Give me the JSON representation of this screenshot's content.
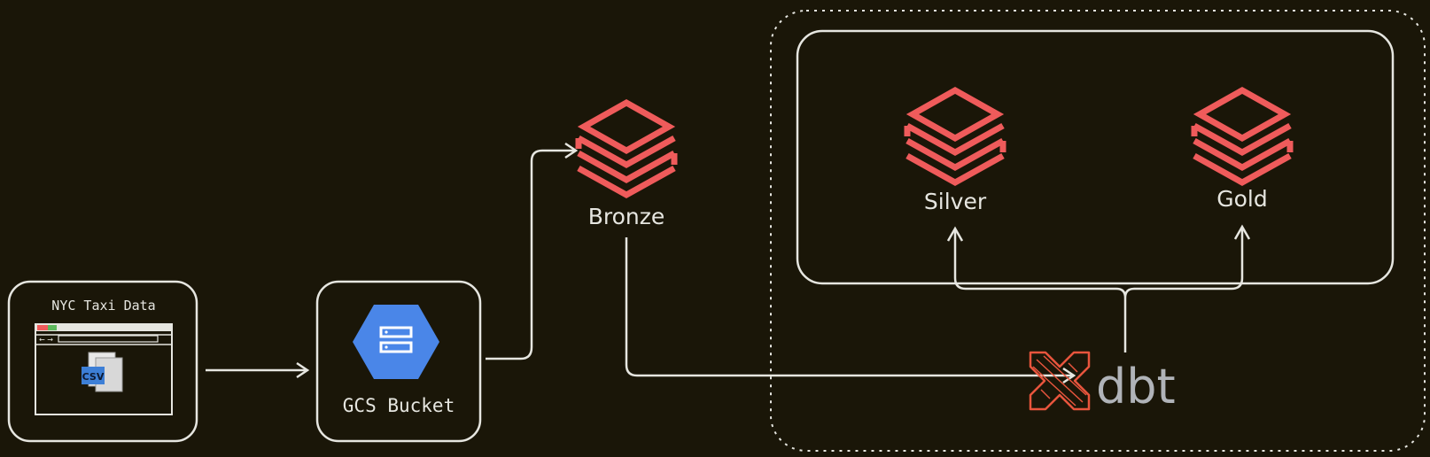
{
  "nodes": {
    "source": {
      "label": "NYC Taxi Data",
      "file_badge": "CSV"
    },
    "bucket": {
      "label": "GCS Bucket"
    },
    "bronze": {
      "label": "Bronze"
    },
    "silver": {
      "label": "Silver"
    },
    "gold": {
      "label": "Gold"
    },
    "dbt": {
      "label": "dbt"
    }
  },
  "colors": {
    "background": "#1a1608",
    "stroke": "#e6e6e0",
    "layer_icon": "#ef5b5b",
    "gcs_blue": "#4a86e8",
    "csv_blue": "#3d7fd6",
    "dbt_orange": "#e8553d",
    "dbt_text": "#b0b3b8"
  }
}
